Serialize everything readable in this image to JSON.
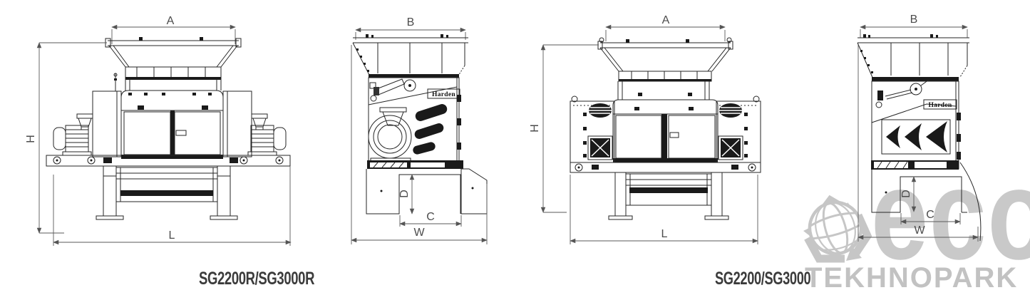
{
  "views": {
    "front_r": {
      "model_label": "SG2200R/SG3000R",
      "dims": {
        "a": "A",
        "h": "H",
        "l": "L"
      }
    },
    "side_r": {
      "brand": "Harden",
      "dims": {
        "b": "B",
        "c": "C",
        "d": "D",
        "w": "W"
      }
    },
    "front": {
      "model_label": "SG2200/SG3000",
      "dims": {
        "a": "A",
        "h": "H",
        "l": "L"
      }
    },
    "side": {
      "brand": "Harden",
      "dims": {
        "b": "B",
        "c": "C",
        "d": "D",
        "w": "W"
      }
    }
  },
  "watermark": {
    "logo": "recycle-globe-logo",
    "line1": "eco",
    "line2": "TEKHNOPARK"
  },
  "colors": {
    "background": "#ffffff",
    "drawing_line": "#262626",
    "dimension": "#5a5a5a",
    "model_label": "#3b3b3b",
    "watermark": "#c6c6c6"
  }
}
